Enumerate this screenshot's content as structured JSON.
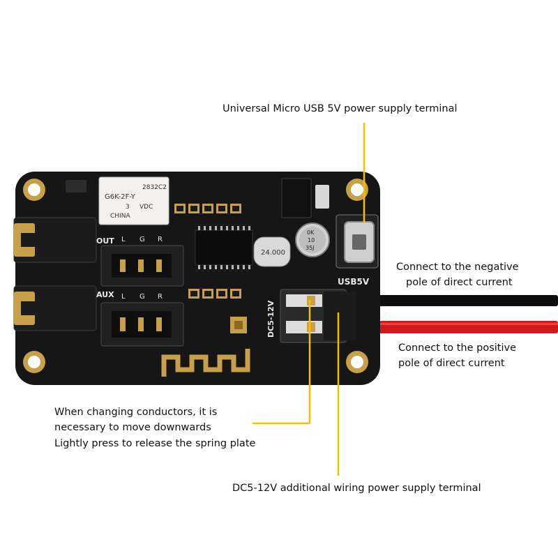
{
  "callouts": {
    "usb_terminal": "Universal Micro USB 5V power supply terminal",
    "negative_line1": "Connect to the negative",
    "negative_line2": "pole of direct current",
    "positive_line1": "Connect to the positive",
    "positive_line2": "pole of direct current",
    "conductor_line1": "When changing conductors, it is",
    "conductor_line2": "necessary to move downwards",
    "spring_plate": "Lightly press to release the spring plate",
    "dc_terminal": "DC5-12V additional wiring power supply terminal"
  },
  "board_labels": {
    "relay_line1": "G6K-2F-Y",
    "relay_line2": "3",
    "relay_line3": "VDC",
    "relay_line4": "CHINA",
    "relay_code": "2832C2",
    "out": "OUT",
    "aux": "AUX",
    "l": "L",
    "g": "G",
    "r": "R",
    "usb5v": "USB5V",
    "dc_label": "DC5-12V",
    "crystal": "24.000",
    "cap_line1": "0K",
    "cap_line2": "10",
    "cap_line3": "35J"
  },
  "colors": {
    "leader": "#f2c200",
    "board": "#161616",
    "gold": "#c8a04a",
    "wire_black": "#0d0d0d",
    "wire_red": "#d11b1b",
    "silk": "#e8e8e8"
  }
}
